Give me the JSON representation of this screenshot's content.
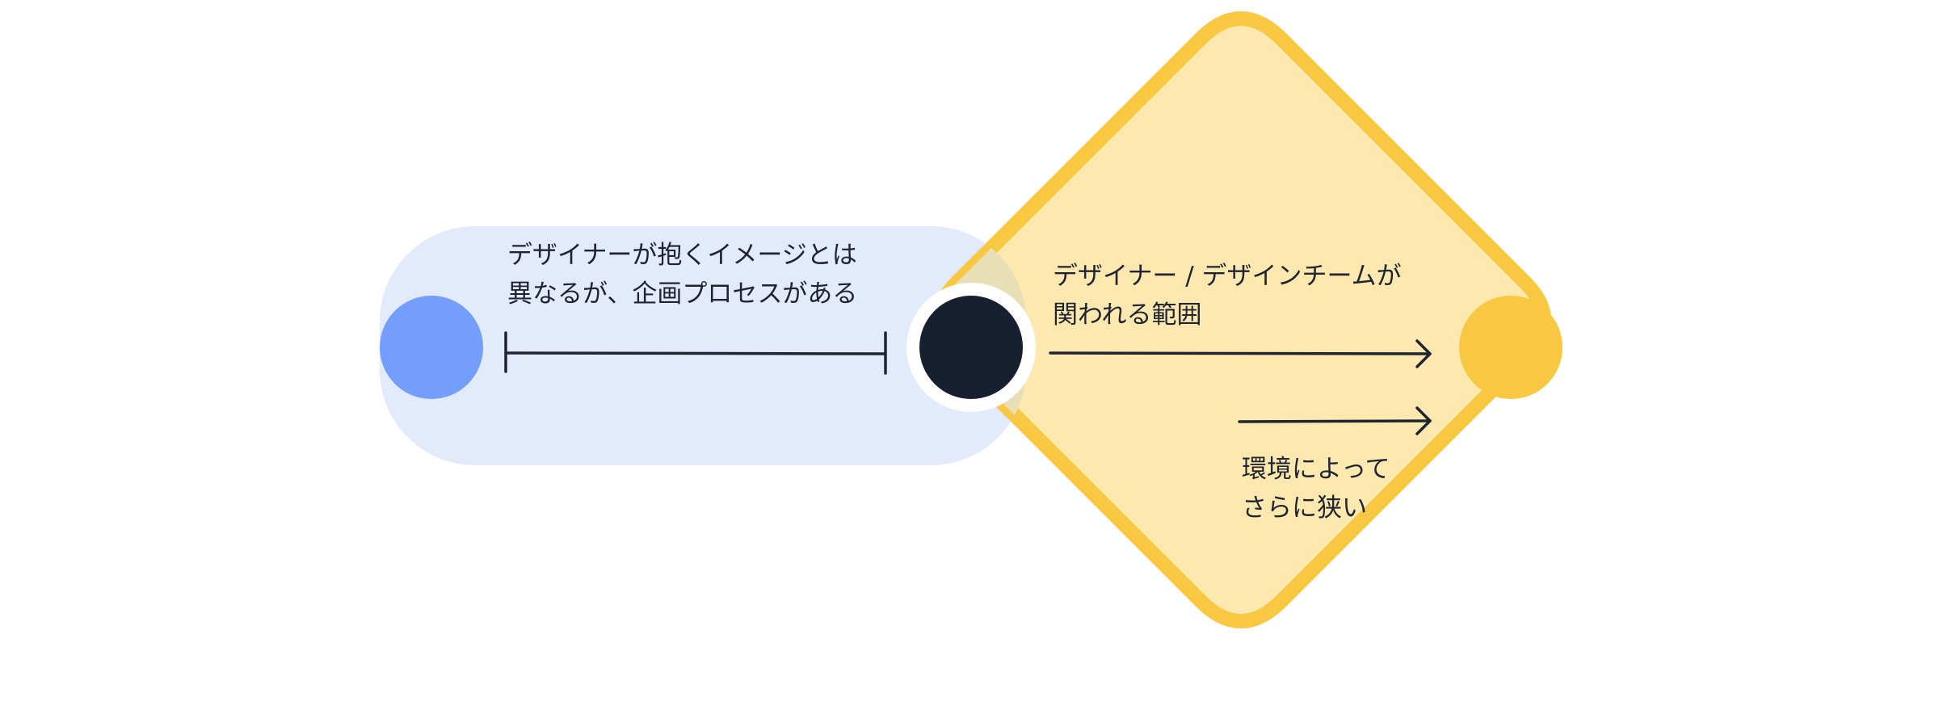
{
  "labels": {
    "left": {
      "line1": "デザイナーが抱くイメージとは",
      "line2": "異なるが、企画プロセスがある"
    },
    "right": {
      "line1": "デザイナー / デザインチームが",
      "line2": "関われる範囲"
    },
    "bottom": {
      "line1": "環境によって",
      "line2": "さらに狭い"
    }
  },
  "colors": {
    "pill_fill": "#e2eafb",
    "diamond_fill": "#fde9af",
    "diamond_border": "#f8c843",
    "blue_dot": "#739efc",
    "dark_dot": "#171f30",
    "yellow_dot": "#f8c843",
    "line": "#1f2430"
  }
}
